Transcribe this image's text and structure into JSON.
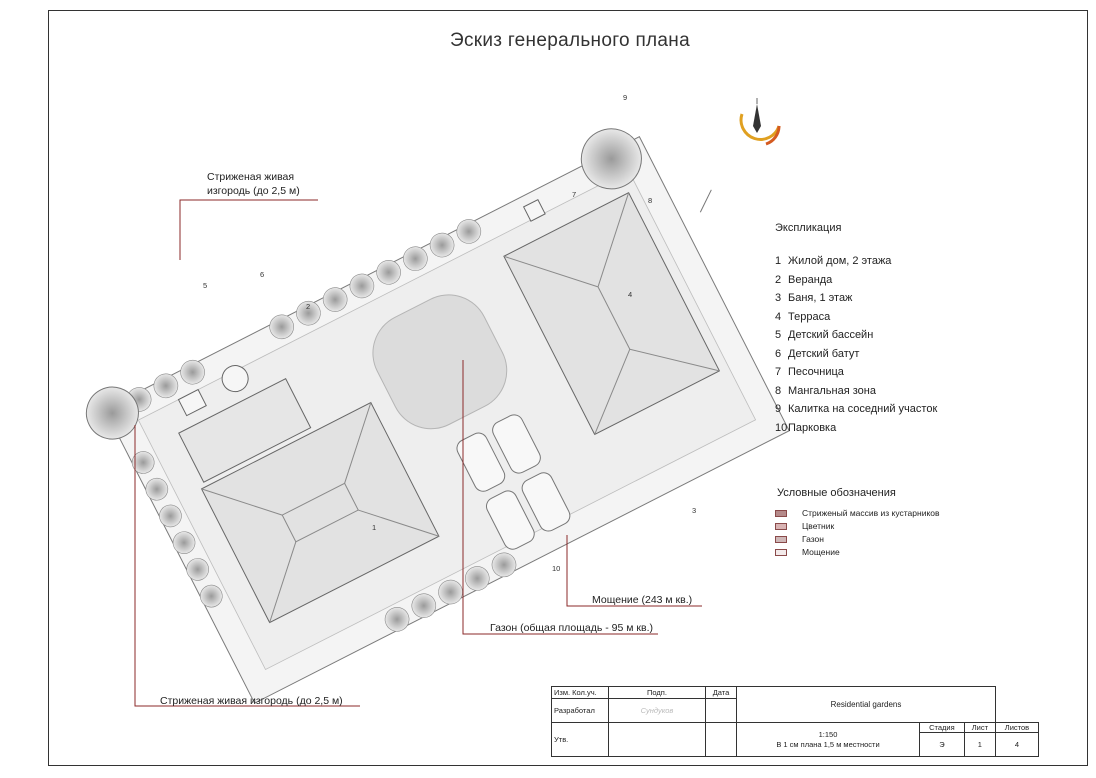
{
  "sheet": {
    "title": "Эскиз генерального плана"
  },
  "plan_labels": {
    "n1": "1",
    "n2": "2",
    "n3": "3",
    "n4": "4",
    "n5": "5",
    "n6": "6",
    "n7": "7",
    "n8": "8",
    "n9": "9",
    "n10": "10"
  },
  "explication": {
    "title": "Экспликация",
    "items": [
      {
        "num": "1",
        "label": "Жилой дом, 2 этажа"
      },
      {
        "num": "2",
        "label": "Веранда"
      },
      {
        "num": "3",
        "label": "Баня, 1 этаж"
      },
      {
        "num": "4",
        "label": "Терраса"
      },
      {
        "num": "5",
        "label": "Детский бассейн"
      },
      {
        "num": "6",
        "label": "Детский батут"
      },
      {
        "num": "7",
        "label": "Песочница"
      },
      {
        "num": "8",
        "label": "Мангальная зона"
      },
      {
        "num": "9",
        "label": "Калитка на соседний участок"
      },
      {
        "num": "10",
        "label": "Парковка"
      }
    ]
  },
  "legend": {
    "title": "Условные обозначения",
    "items": [
      {
        "label": "Стриженый массив из кустарников",
        "color": "#b58a8a"
      },
      {
        "label": "Цветник",
        "color": "#d9b4b4"
      },
      {
        "label": "Газон",
        "color": "#cfb8b8"
      },
      {
        "label": "Мощение",
        "color": "#f3eaea"
      }
    ]
  },
  "callouts": {
    "hedge_top": [
      "Стриженая живая",
      "изгородь (до 2,5 м)"
    ],
    "hedge_bottom": "Стриженая живая изгородь (до 2,5 м)",
    "paving": "Мощение (243 м кв.)",
    "lawn": "Газон (общая площадь - 95 м кв.)",
    "line_color": "#8b2a2a"
  },
  "stamp": {
    "col_izm": "Изм.",
    "col_kol": "Кол.уч.",
    "col_podp": "Подп.",
    "col_data": "Дата",
    "razrabotal": "Разработал",
    "signature": "Сундуков",
    "utv": "Утв.",
    "project": "Residential gardens",
    "scale": "1:150",
    "scale_note": "В 1 см плана 1,5 м местности",
    "stadia_label": "Стадия",
    "list_label": "Лист",
    "listov_label": "Листов",
    "stadia": "Э",
    "list": "1",
    "listov": "4"
  }
}
